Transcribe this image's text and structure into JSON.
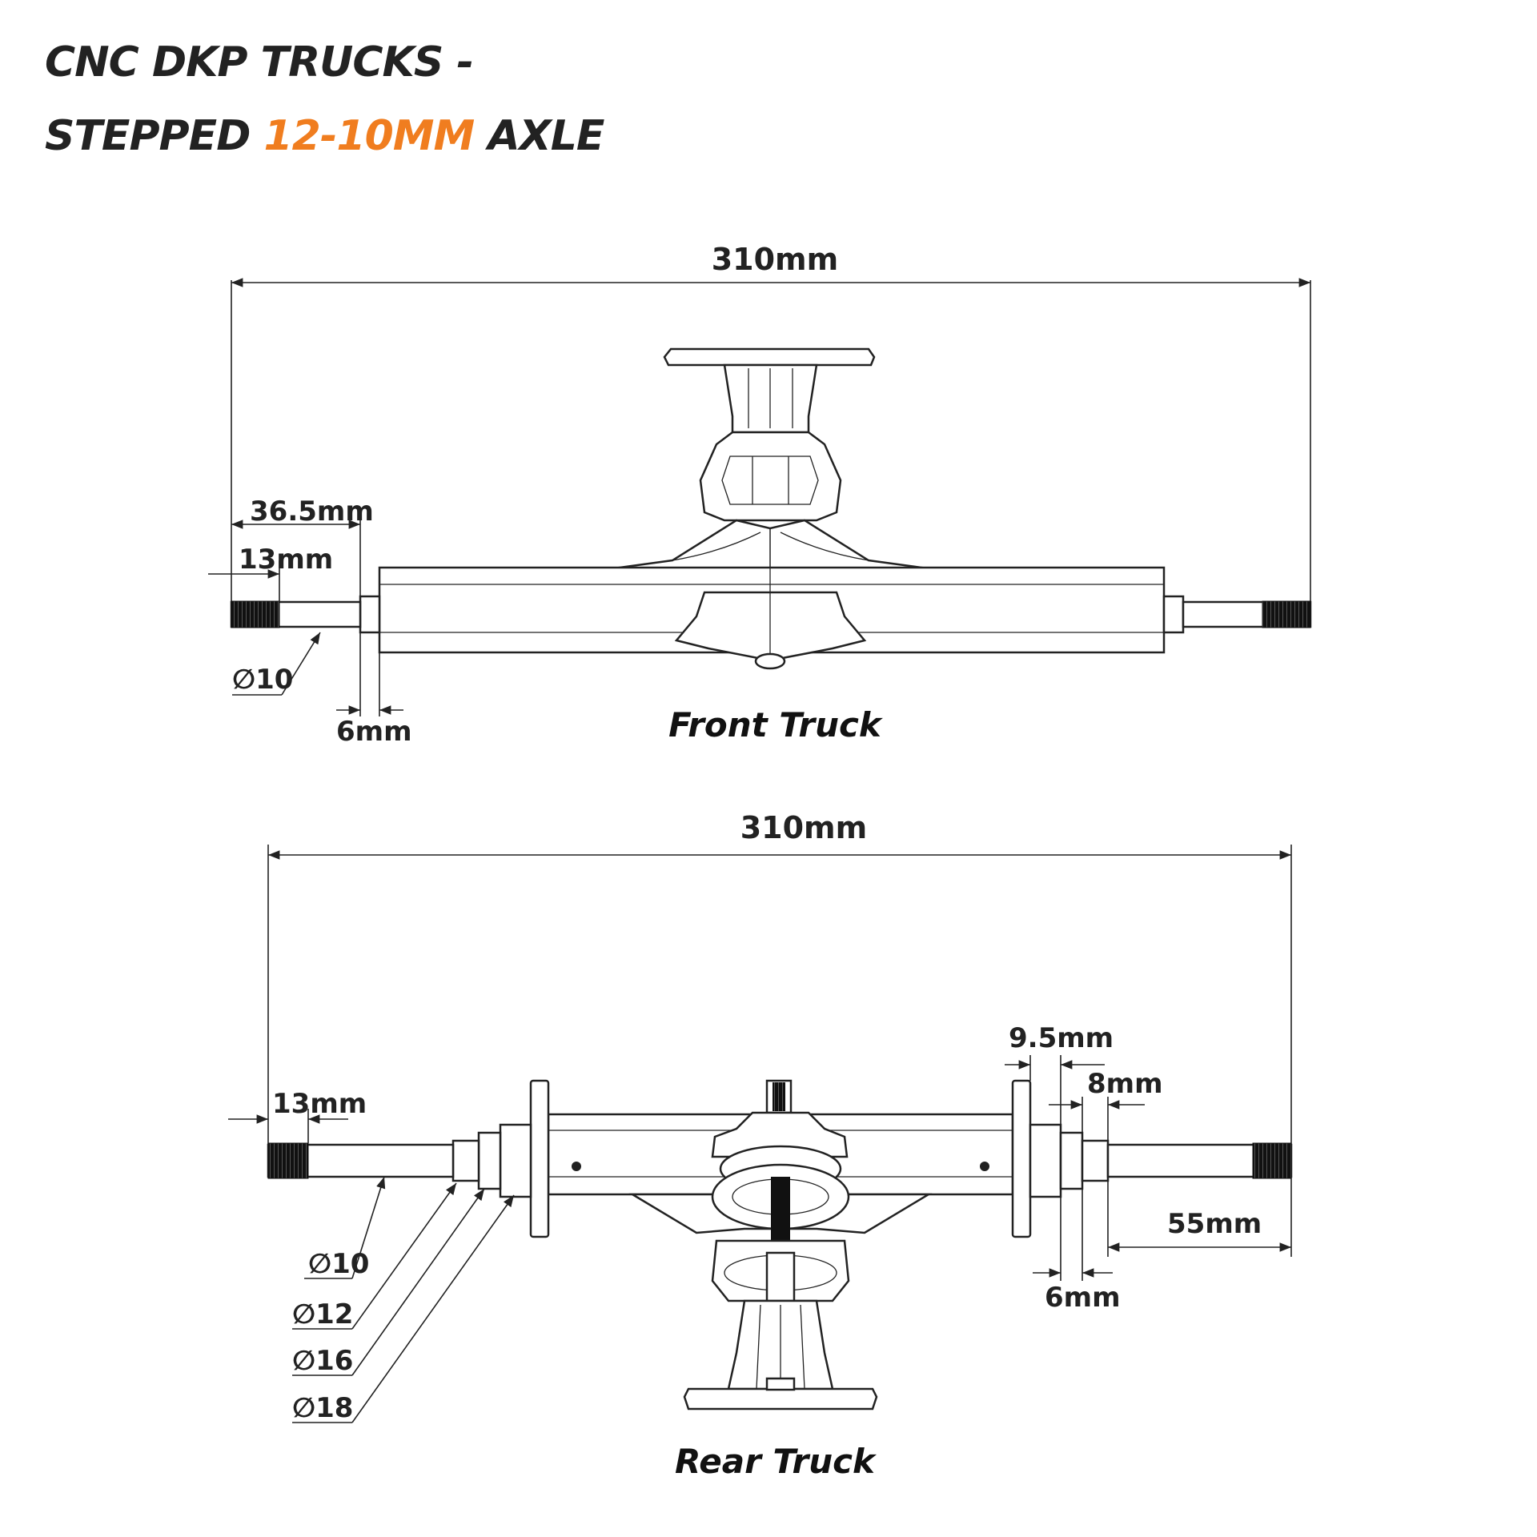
{
  "header": {
    "line1": "CNC DKP TRUCKS -",
    "line2_pre": "STEPPED ",
    "line2_accent": "12-10MM",
    "line2_post": " AXLE",
    "accent_color": "#f07d1f"
  },
  "front": {
    "caption": "Front Truck",
    "dims": {
      "overall": "310mm",
      "a": "36.5mm",
      "b": "13mm",
      "c": "6mm",
      "dia": "∅10"
    }
  },
  "rear": {
    "caption": "Rear Truck",
    "dims": {
      "overall": "310mm",
      "thread": "13mm",
      "a": "9.5mm",
      "b": "8mm",
      "c": "55mm",
      "d": "6mm",
      "dia10": "∅10",
      "dia12": "∅12",
      "dia16": "∅16",
      "dia18": "∅18"
    }
  }
}
